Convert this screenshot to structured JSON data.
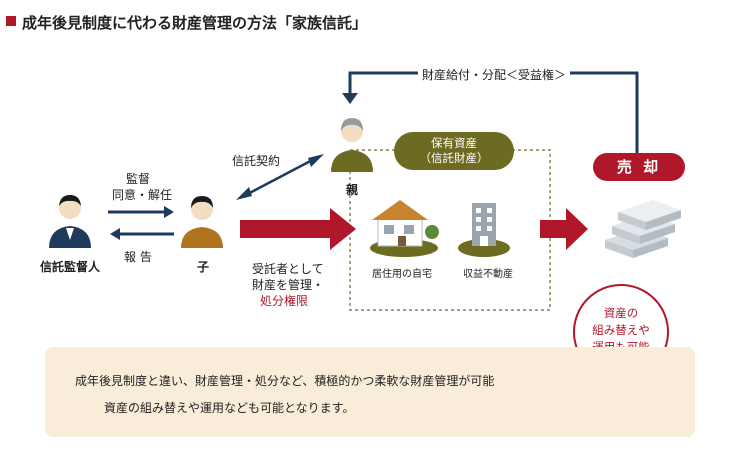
{
  "title": "成年後見制度に代わる財産管理の方法「家族信託」",
  "colors": {
    "accent_red": "#b0172a",
    "navy": "#1f3b5c",
    "olive": "#6d6a22",
    "note_bg": "#f9edd9",
    "building_gray": "#9aa5ad"
  },
  "people": {
    "trust_supervisor": {
      "label": "信託監督人",
      "icon": "supervisor-person-icon"
    },
    "child": {
      "label": "子",
      "icon": "child-person-icon"
    },
    "parent": {
      "label": "親",
      "icon": "parent-person-icon"
    }
  },
  "relations": {
    "supervision": "監督",
    "consent_dismissal": "同意・解任",
    "report": "報 告",
    "trust_contract": "信託契約",
    "trustee_line1": "受託者として",
    "trustee_line2": "財産を管理・",
    "trustee_line3": "処分権限",
    "benefit": "財産給付・分配＜受益権＞"
  },
  "assets": {
    "group_line1": "保有資産",
    "group_line2": "（信託財産）",
    "residence": "居住用の自宅",
    "income_property": "収益不動産"
  },
  "sale": {
    "label": "売 却",
    "note_line1": "資産の",
    "note_line2": "組み替えや",
    "note_line3": "運用も可能"
  },
  "note": {
    "line1": "成年後見制度と違い、財産管理・処分など、積極的かつ柔軟な財産管理が可能",
    "line2": "資産の組み替えや運用なども可能となります。"
  }
}
